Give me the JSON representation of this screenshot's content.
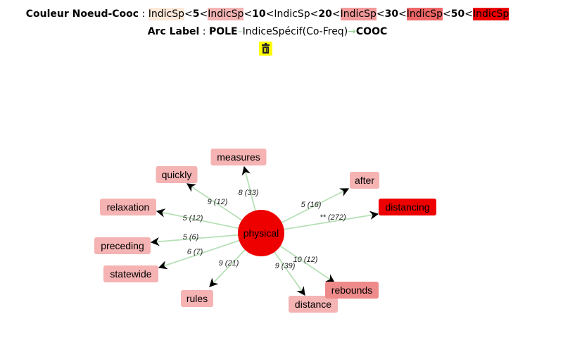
{
  "legend": {
    "title": "Couleur Noeud-Cooc",
    "sep": " : ",
    "items": [
      {
        "label": "IndicSp",
        "color": "#fde9d9"
      },
      {
        "label": "<",
        "color": null
      },
      {
        "label": "5",
        "color": null,
        "bold": true
      },
      {
        "label": "<",
        "color": null
      },
      {
        "label": "IndicSp",
        "color": "#f4b4b4"
      },
      {
        "label": "<",
        "color": null
      },
      {
        "label": "10",
        "color": null,
        "bold": true
      },
      {
        "label": "<IndicSp<",
        "color": null
      },
      {
        "label": "20",
        "color": null,
        "bold": true
      },
      {
        "label": "<",
        "color": null
      },
      {
        "label": "IndicSp",
        "color": "#f29a9a"
      },
      {
        "label": "<",
        "color": null
      },
      {
        "label": "30",
        "color": null,
        "bold": true
      },
      {
        "label": "<",
        "color": null
      },
      {
        "label": "IndicSp",
        "color": "#ef6666"
      },
      {
        "label": "<",
        "color": null
      },
      {
        "label": "50",
        "color": null,
        "bold": true
      },
      {
        "label": "<",
        "color": null
      },
      {
        "label": "IndicSp",
        "color": "#ee0000"
      }
    ]
  },
  "arc_label": {
    "title": "Arc Label",
    "sep": " : ",
    "pole": "POLE",
    "arrow1": "–",
    "middle": "IndiceSpécif(Co-Freq)",
    "arrow2": "→",
    "cooc": "COOC"
  },
  "trash_icon": "trash-icon",
  "graph": {
    "center": {
      "label": "physical",
      "color": "#ee0000"
    },
    "edge_color": "#b7e0b7",
    "nodes": [
      {
        "id": "measures",
        "label": "measures",
        "color": "#f5b3b3",
        "edge_label": "8 (33)"
      },
      {
        "id": "quickly",
        "label": "quickly",
        "color": "#f5b3b3",
        "edge_label": "9 (12)"
      },
      {
        "id": "relaxation",
        "label": "relaxation",
        "color": "#f5b3b3",
        "edge_label": "5 (12)"
      },
      {
        "id": "preceding",
        "label": "preceding",
        "color": "#f5b3b3",
        "edge_label": "5 (6)"
      },
      {
        "id": "statewide",
        "label": "statewide",
        "color": "#f5b3b3",
        "edge_label": "6 (7)"
      },
      {
        "id": "rules",
        "label": "rules",
        "color": "#f5b3b3",
        "edge_label": "9 (21)"
      },
      {
        "id": "distance",
        "label": "distance",
        "color": "#f5b3b3",
        "edge_label": "9 (39)"
      },
      {
        "id": "rebounds",
        "label": "rebounds",
        "color": "#ef8a8a",
        "edge_label": "10 (12)"
      },
      {
        "id": "distancing",
        "label": "distancing",
        "color": "#ee0000",
        "edge_label": "** (272)"
      },
      {
        "id": "after",
        "label": "after",
        "color": "#f5b3b3",
        "edge_label": "5 (16)"
      }
    ]
  }
}
